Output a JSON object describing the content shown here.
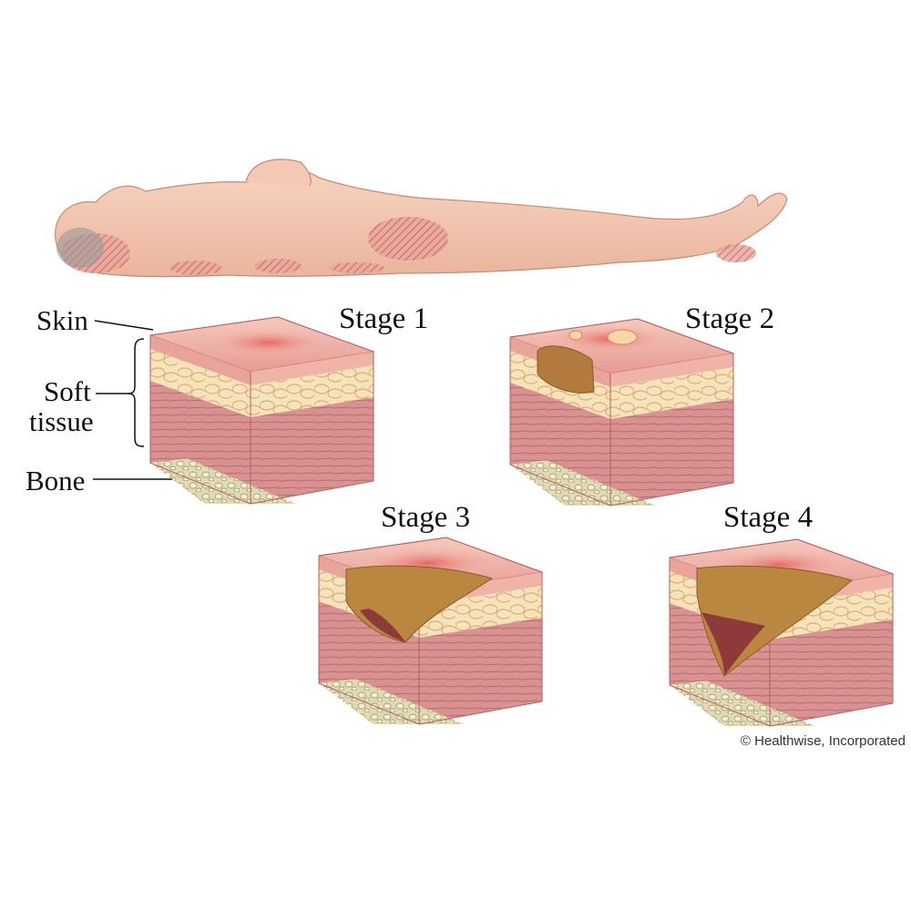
{
  "labels": {
    "skin": "Skin",
    "soft_line1": "Soft",
    "soft_line2": "tissue",
    "bone": "Bone"
  },
  "stages": [
    {
      "title": "Stage 1"
    },
    {
      "title": "Stage 2"
    },
    {
      "title": "Stage 3"
    },
    {
      "title": "Stage 4"
    }
  ],
  "credit": "© Healthwise, Incorporated",
  "colors": {
    "skin": "#f3c6ae",
    "pressure_area": "#d9857a",
    "fat": "#f6e2b8",
    "muscle": "#d98e8e",
    "bone": "#ded9b4",
    "wound": "#b07a3e",
    "deep_wound": "#8e3a3a"
  }
}
